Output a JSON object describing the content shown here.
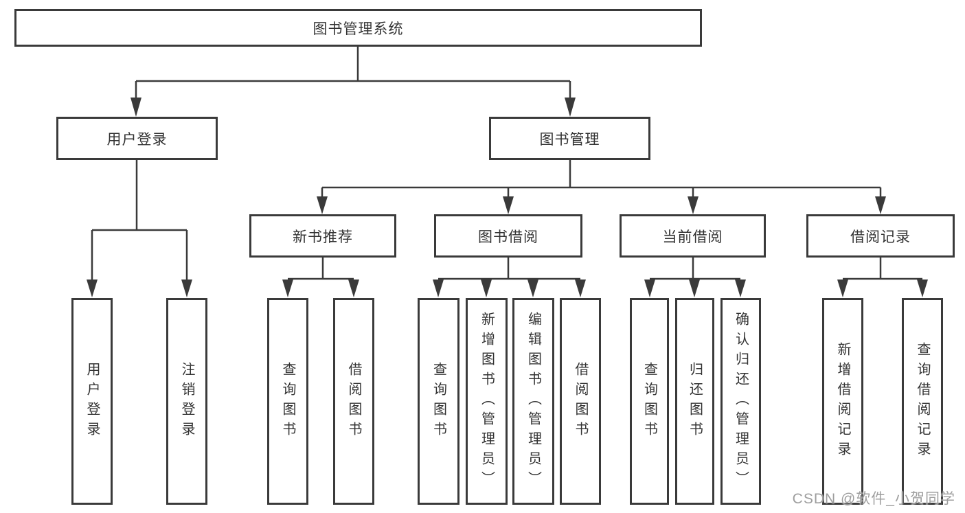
{
  "page": {
    "background": "#ffffff"
  },
  "colors": {
    "line": "#3a3a3a",
    "box_border": "#3a3a3a",
    "box_background": "#ffffff",
    "text": "#333333",
    "watermark": "#9e9e9e"
  },
  "diagram": {
    "type": "hierarchy-tree",
    "title": "图书管理系统",
    "branches": [
      {
        "label": "用户登录",
        "children": [
          {
            "label": "用户登录"
          },
          {
            "label": "注销登录"
          }
        ]
      },
      {
        "label": "图书管理",
        "children": [
          {
            "label": "新书推荐",
            "children": [
              {
                "label": "查询图书"
              },
              {
                "label": "借阅图书"
              }
            ]
          },
          {
            "label": "图书借阅",
            "children": [
              {
                "label": "查询图书"
              },
              {
                "label": "新增图书（管理员）"
              },
              {
                "label": "编辑图书（管理员）"
              },
              {
                "label": "借阅图书"
              }
            ]
          },
          {
            "label": "当前借阅",
            "children": [
              {
                "label": "查询图书"
              },
              {
                "label": "归还图书"
              },
              {
                "label": "确认归还（管理员）"
              }
            ]
          },
          {
            "label": "借阅记录",
            "children": [
              {
                "label": "新增借阅记录"
              },
              {
                "label": "查询借阅记录"
              }
            ]
          }
        ]
      }
    ]
  },
  "watermark": {
    "text": "CSDN @软件_小贺同学"
  }
}
